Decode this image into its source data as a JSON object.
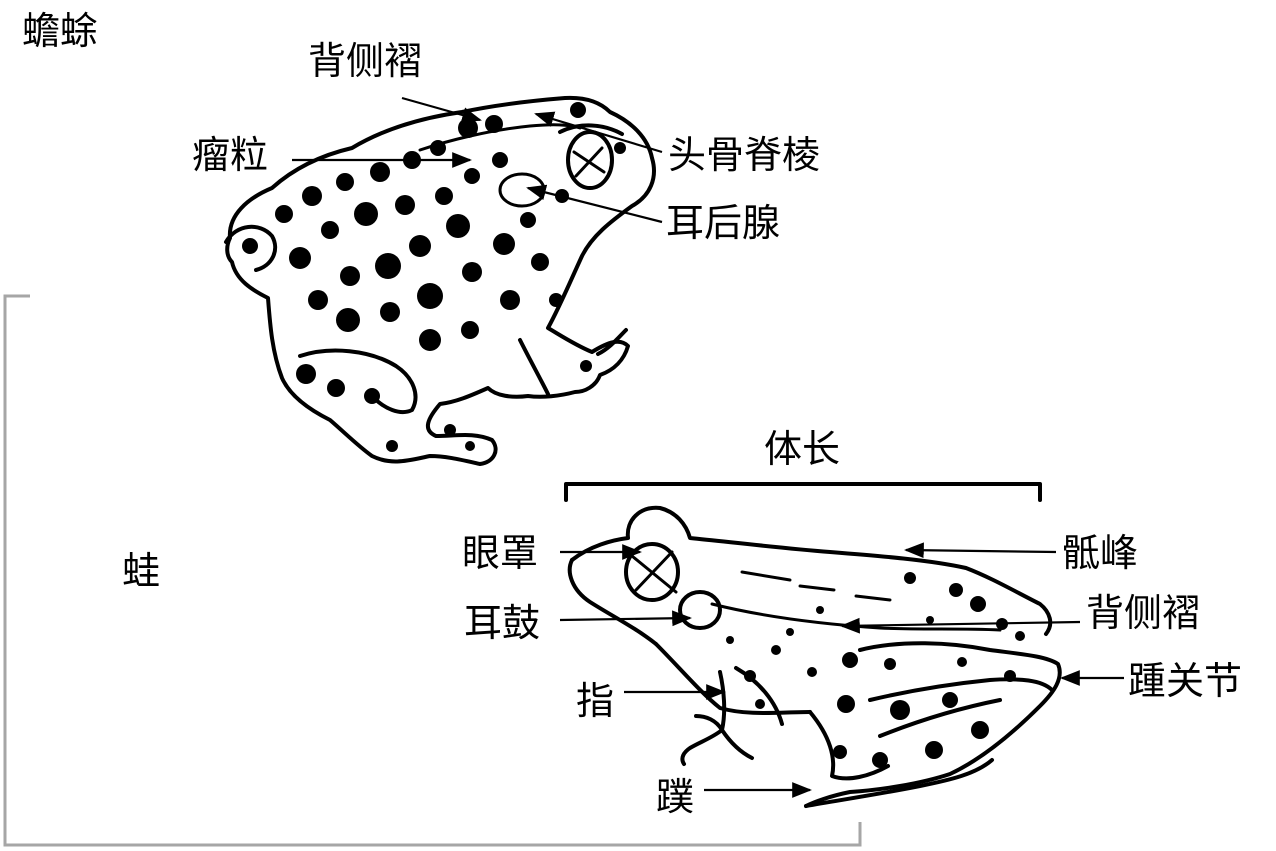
{
  "toad": {
    "name": "蟾蜍",
    "labels": {
      "dorsolateral_fold": "背侧褶",
      "tubercles": "瘤粒",
      "cranial_crest": "头骨脊棱",
      "parotoid_gland": "耳后腺"
    }
  },
  "frog": {
    "name": "蛙",
    "labels": {
      "body_length": "体长",
      "eyelid": "眼罩",
      "sacral_hump": "骶峰",
      "tympanum": "耳鼓",
      "dorsolateral_fold": "背侧褶",
      "heel_joint": "踵关节",
      "finger": "指",
      "web": "蹼"
    }
  }
}
